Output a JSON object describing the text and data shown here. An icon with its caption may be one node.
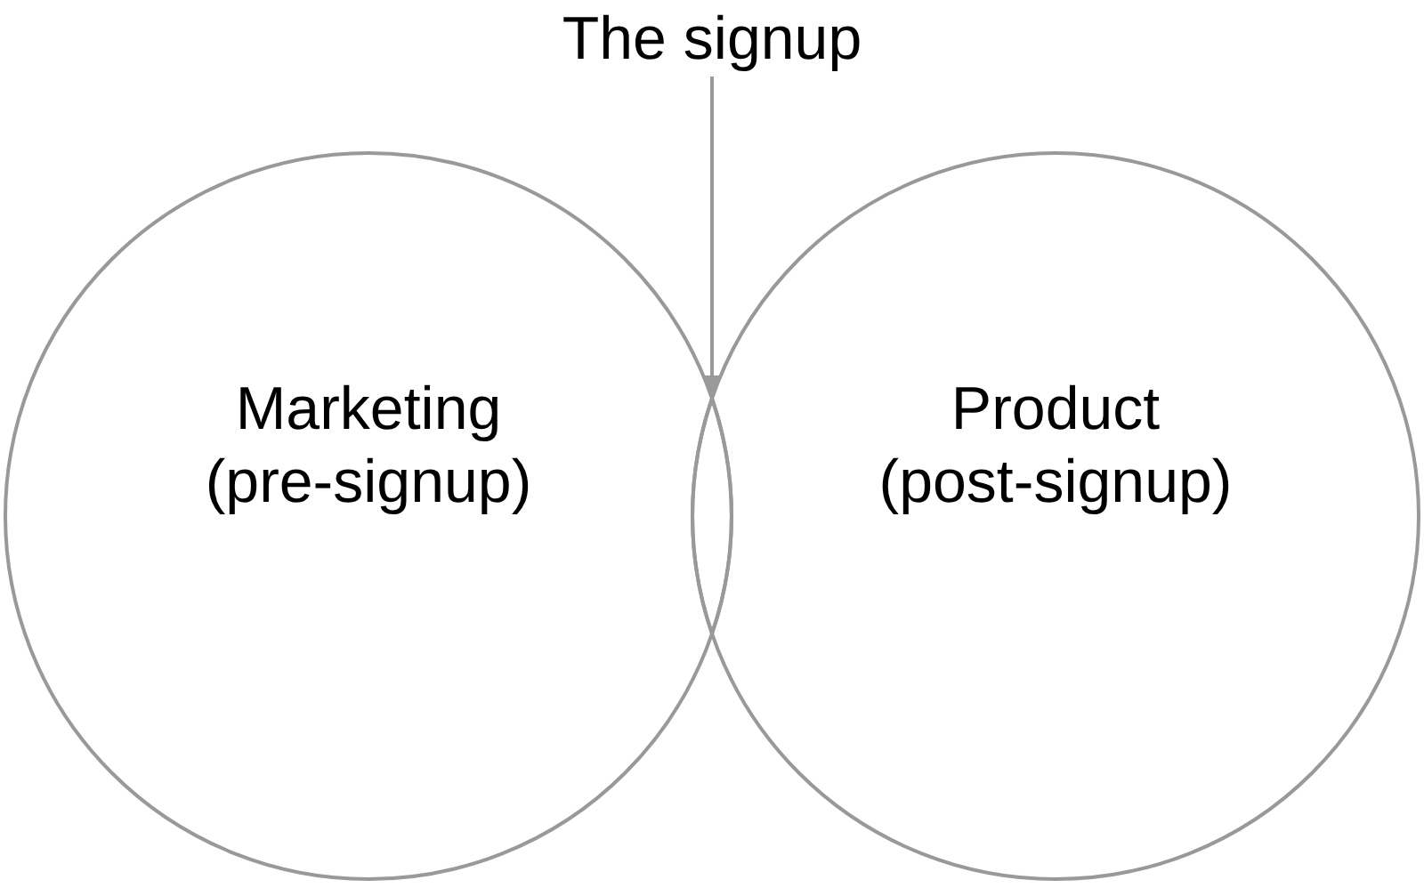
{
  "diagram": {
    "nodes": [
      {
        "text": [
          "The signup"
        ]
      },
      {
        "text": [
          "Marketing",
          "(pre-signup)"
        ]
      },
      {
        "text": [
          "Product",
          "(post-signup)"
        ]
      },
      {
        "text": [],
        "shape": "lens"
      }
    ],
    "edges": [
      {
        "from": 0,
        "to": 3,
        "arrow": "to"
      }
    ]
  }
}
